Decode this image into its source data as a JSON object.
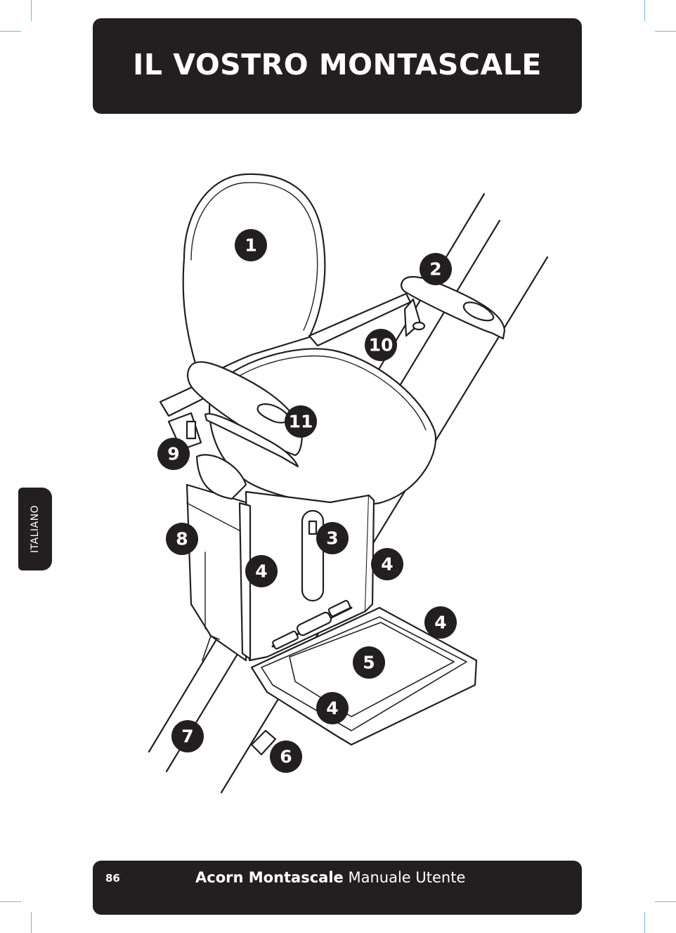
{
  "header": {
    "title": "IL VOSTRO MONTASCALE"
  },
  "side_tab": {
    "label": "ITALIANO"
  },
  "footer": {
    "page_number": "86",
    "brand": "Acorn Montascale",
    "subtitle": "Manuale Utente"
  },
  "callouts": [
    "1",
    "2",
    "10",
    "11",
    "9",
    "8",
    "3",
    "4",
    "4",
    "4",
    "5",
    "4",
    "7",
    "6"
  ],
  "colors": {
    "panel": "#231f20",
    "crop_marks": "#6fb7d9",
    "text_on_dark": "#ffffff"
  }
}
